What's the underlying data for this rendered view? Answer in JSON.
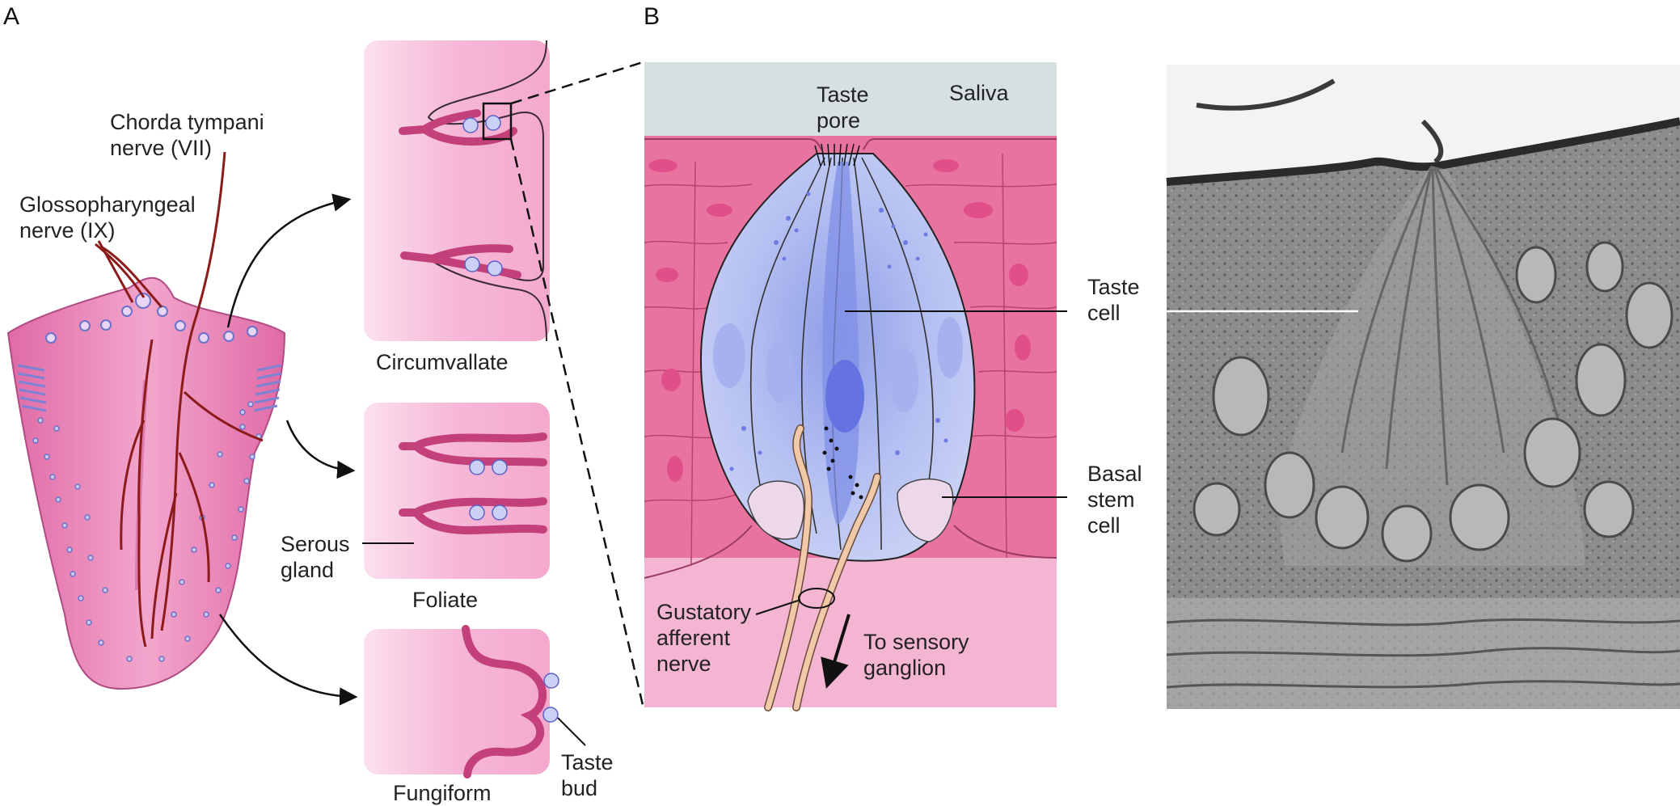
{
  "panels": {
    "a": "A",
    "b": "B"
  },
  "tongue": {
    "chorda": [
      "Chorda tympani",
      "nerve (VII)"
    ],
    "glosso": [
      "Glossopharyngeal",
      "nerve (IX)"
    ]
  },
  "papillae": {
    "circumvallate": "Circumvallate",
    "foliate": "Foliate",
    "fungiform": "Fungiform",
    "serous_gland": [
      "Serous",
      "gland"
    ],
    "taste_bud": [
      "Taste",
      "bud"
    ]
  },
  "bud": {
    "taste_pore": [
      "Taste",
      "pore"
    ],
    "saliva": "Saliva",
    "gustatory": [
      "Gustatory",
      "afferent",
      "nerve"
    ],
    "to_ganglion": [
      "To sensory",
      "ganglion"
    ]
  },
  "micrograph": {
    "taste_cell": [
      "Taste",
      "cell"
    ],
    "basal_stem": [
      "Basal",
      "stem",
      "cell"
    ]
  },
  "colors": {
    "tongue_pink": "#ee9ac8",
    "tissue_pink": "#e8739f",
    "light_pink": "#f4b5d2",
    "bud_blue": "#b8c4f2",
    "cell_blue": "#7f8fe6",
    "nerve_red": "#8b1a1a",
    "nerve_tan": "#f0c9a8",
    "saliva_gray": "#d6e0e2",
    "micrograph_gray": "#8a8a8a"
  }
}
